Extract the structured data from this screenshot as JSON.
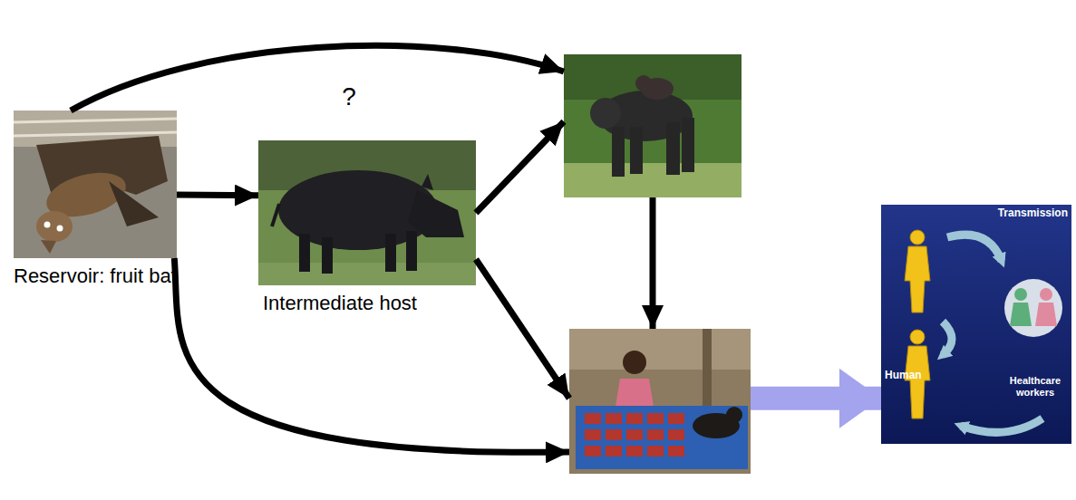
{
  "diagram": {
    "nodes": [
      {
        "text": [
          "Reservoir: fruit bat"
        ]
      },
      {
        "text": [
          "?",
          "Intermediate host"
        ]
      },
      {
        "text": []
      },
      {
        "text": []
      },
      {
        "text": [
          "Transmission",
          "Human",
          "Healthcare workers"
        ]
      }
    ],
    "edges": [
      {
        "from": 0,
        "to": 2,
        "arrow": "to"
      },
      {
        "from": 0,
        "to": 1,
        "arrow": "to"
      },
      {
        "from": 1,
        "to": 2,
        "arrow": "to"
      },
      {
        "from": 1,
        "to": 3,
        "arrow": "to"
      },
      {
        "from": 2,
        "to": 3,
        "arrow": "to"
      },
      {
        "from": 0,
        "to": 3,
        "arrow": "to"
      },
      {
        "from": 3,
        "to": 4,
        "arrow": "to"
      }
    ]
  }
}
